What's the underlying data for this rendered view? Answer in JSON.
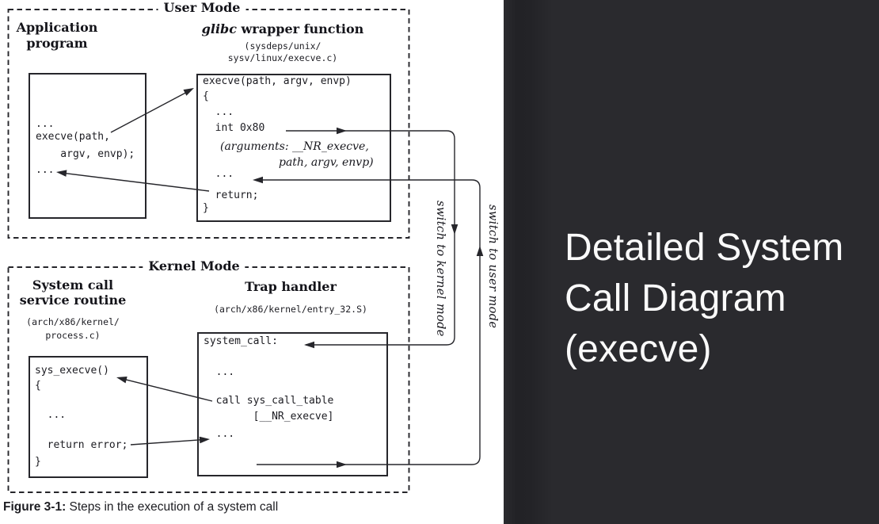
{
  "figure": {
    "user_mode_label": "User Mode",
    "kernel_mode_label": "Kernel Mode",
    "app": {
      "title_line1": "Application",
      "title_line2": "program",
      "code": [
        "...",
        "execve(path,",
        "    argv, envp);",
        "..."
      ]
    },
    "glibc": {
      "title_em": "glibc",
      "title_rest": " wrapper function",
      "path_line1": "(sysdeps/unix/",
      "path_line2": "sysv/linux/execve.c)",
      "code": [
        "execve(path, argv, envp)",
        "{",
        "  ...",
        "  int 0x80",
        "  ...",
        "  return;",
        "}"
      ],
      "args_note_line1": "(arguments: __NR_execve,",
      "args_note_line2": "path, argv, envp)"
    },
    "sysroutine": {
      "title_line1": "System call",
      "title_line2": "service routine",
      "path_line1": "(arch/x86/kernel/",
      "path_line2": "process.c)",
      "code": [
        "sys_execve()",
        "{",
        "  ...",
        "  return error;",
        "}"
      ]
    },
    "trap": {
      "title": "Trap handler",
      "path": "(arch/x86/kernel/entry_32.S)",
      "code": [
        "system_call:",
        "  ...",
        "  call sys_call_table",
        "        [__NR_execve]",
        "  ..."
      ]
    },
    "annotations": {
      "to_kernel": "switch to kernel mode",
      "to_user": "switch to user mode"
    },
    "caption_bold": "Figure 3-1:",
    "caption_rest": " Steps in the execution of a system call"
  },
  "side_panel": {
    "bg": "#2a2a2e",
    "text_color": "#fafafa",
    "title_lines": [
      "Detailed System",
      "Call Diagram",
      "(execve)"
    ]
  }
}
